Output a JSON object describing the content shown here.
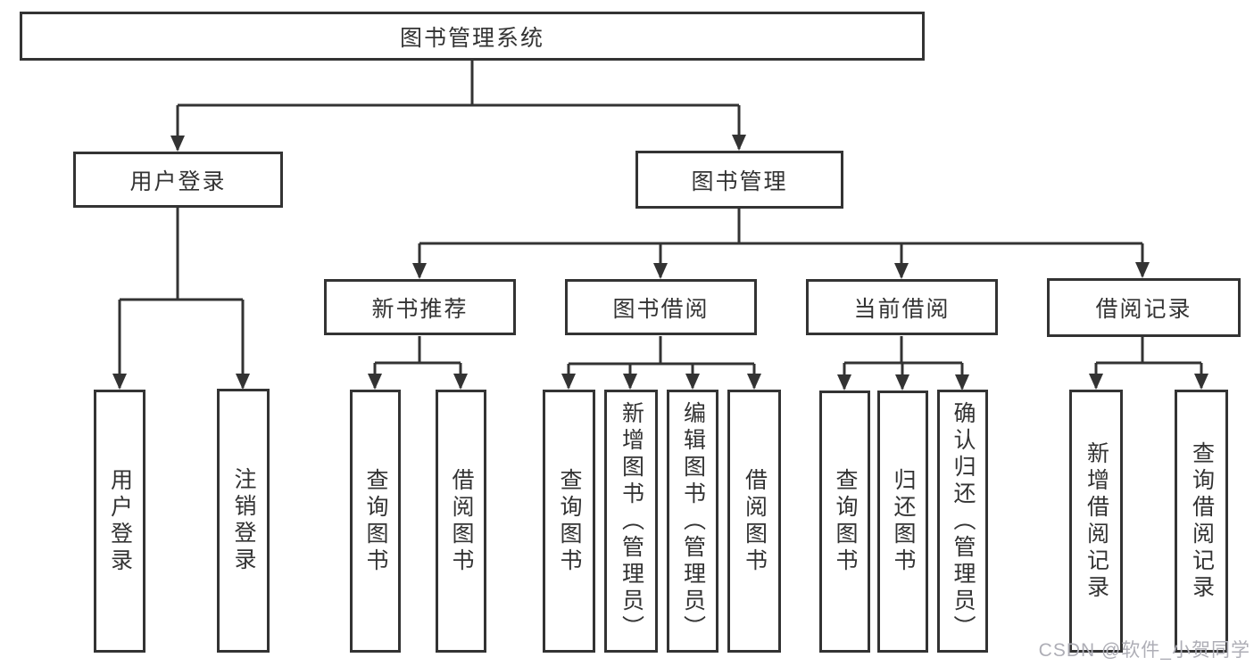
{
  "diagram": {
    "root": {
      "label": "图书管理系统"
    },
    "level2": [
      {
        "label": "用户登录"
      },
      {
        "label": "图书管理"
      }
    ],
    "level3": [
      {
        "label": "新书推荐"
      },
      {
        "label": "图书借阅"
      },
      {
        "label": "当前借阅"
      },
      {
        "label": "借阅记录"
      }
    ],
    "leaves": {
      "user_login": [
        "用户登录",
        "注销登录"
      ],
      "new_book": [
        "查询图书",
        "借阅图书"
      ],
      "book_borrow": [
        "查询图书",
        "新增图书（管理员）",
        "编辑图书（管理员）",
        "借阅图书"
      ],
      "current_borrow": [
        "查询图书",
        "归还图书",
        "确认归还（管理员）"
      ],
      "borrow_record": [
        "新增借阅记录",
        "查询借阅记录"
      ]
    }
  },
  "watermark": "CSDN @软件_小贺同学",
  "colors": {
    "line": "#333333",
    "box_fill": "#ffffff",
    "text": "#333333",
    "watermark": "#aeaeb6",
    "background": "#ffffff"
  }
}
